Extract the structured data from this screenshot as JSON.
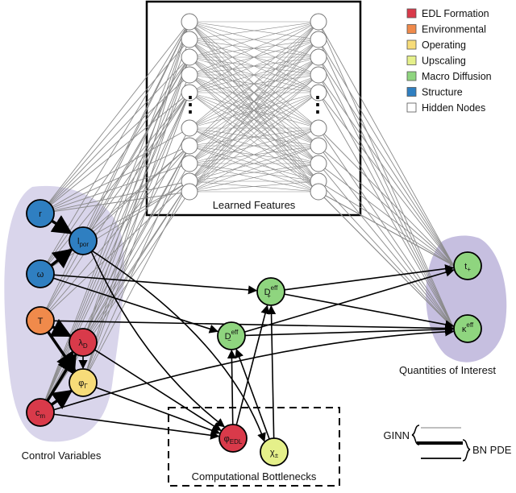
{
  "groups": {
    "control": "Control Variables",
    "learned": "Learned Features",
    "qoi": "Quantities of Interest",
    "bottleneck": "Computational Bottlenecks"
  },
  "legend": [
    {
      "label": "EDL Formation",
      "color": "#d93a4a"
    },
    {
      "label": "Environmental",
      "color": "#f08a4b"
    },
    {
      "label": "Operating",
      "color": "#f7dc79"
    },
    {
      "label": "Upscaling",
      "color": "#e5f08a"
    },
    {
      "label": "Macro Diffusion",
      "color": "#8fd57f"
    },
    {
      "label": "Structure",
      "color": "#2f7fc1"
    },
    {
      "label": "Hidden Nodes",
      "color": "#ffffff"
    }
  ],
  "nodes": {
    "r": {
      "main": "r",
      "sub": "",
      "sup": "",
      "color": "#2f7fc1"
    },
    "lpor": {
      "main": "l",
      "sub": "por",
      "sup": "",
      "color": "#2f7fc1"
    },
    "omega": {
      "main": "ω",
      "sub": "",
      "sup": "",
      "color": "#2f7fc1"
    },
    "T": {
      "main": "T",
      "sub": "",
      "sup": "",
      "color": "#f08a4b"
    },
    "lambda": {
      "main": "λ",
      "sub": "D",
      "sup": "",
      "color": "#d93a4a"
    },
    "phiG": {
      "main": "φ",
      "sub": "Γ",
      "sup": "",
      "color": "#f7dc79"
    },
    "cm": {
      "main": "c",
      "sub": "m",
      "sup": "",
      "color": "#d93a4a"
    },
    "Dplus": {
      "main": "D",
      "sub": "+",
      "sup": "eff",
      "color": "#8fd57f"
    },
    "Dminus": {
      "main": "D",
      "sub": "−",
      "sup": "eff",
      "color": "#8fd57f"
    },
    "phiEDL": {
      "main": "φ",
      "sub": "EDL",
      "sup": "",
      "color": "#d93a4a"
    },
    "chi": {
      "main": "χ",
      "sub": "±",
      "sup": "",
      "color": "#e5f08a"
    },
    "tplus": {
      "main": "t",
      "sub": "+",
      "sup": "",
      "color": "#8fd57f"
    },
    "kappa": {
      "main": "κ",
      "sub": "",
      "sup": "eff",
      "color": "#8fd57f"
    }
  },
  "line_legend": {
    "ginn": "GINN",
    "bnpde": "BN PDE"
  },
  "ellipsis": "⋮"
}
